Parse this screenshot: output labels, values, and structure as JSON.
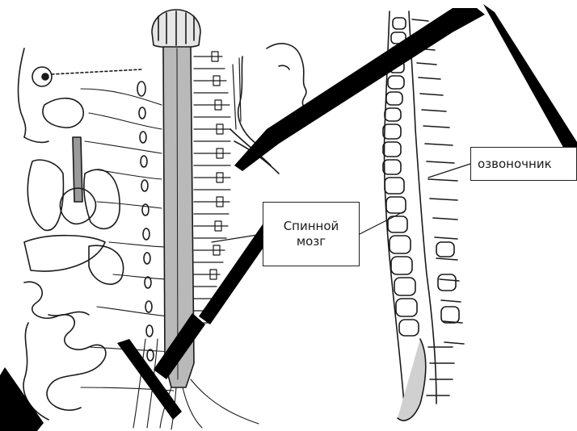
{
  "labels": {
    "spinal_cord_line1": "Спинной",
    "spinal_cord_line2": "мозг",
    "spine": "озвоночник"
  },
  "colors": {
    "ink": "#1a1a1a",
    "cord_fill": "#b9b9b9",
    "watermark": "#000000",
    "background": "#ffffff"
  }
}
